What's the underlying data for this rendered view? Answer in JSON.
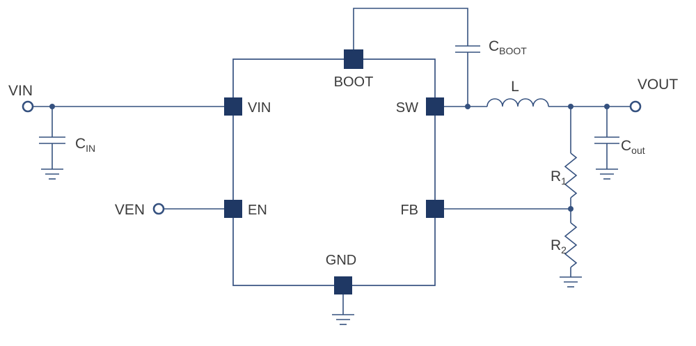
{
  "diagram": {
    "kind": "schematic",
    "description_labels_only": true
  },
  "colors": {
    "wire": "#35517f",
    "pin": "#1f3864",
    "text": "#3b3b3b",
    "background": "#ffffff"
  },
  "terminals": {
    "vin": "VIN",
    "ven": "VEN",
    "vout": "VOUT"
  },
  "ic_pins": {
    "vin": "VIN",
    "en": "EN",
    "boot": "BOOT",
    "sw": "SW",
    "fb": "FB",
    "gnd": "GND"
  },
  "components": {
    "cin": {
      "main": "C",
      "sub": "IN"
    },
    "cboot": {
      "main": "C",
      "sub": "BOOT"
    },
    "cout": {
      "main": "C",
      "sub": "out"
    },
    "inductor": "L",
    "r1": {
      "main": "R",
      "sub": "1"
    },
    "r2": {
      "main": "R",
      "sub": "2"
    }
  }
}
